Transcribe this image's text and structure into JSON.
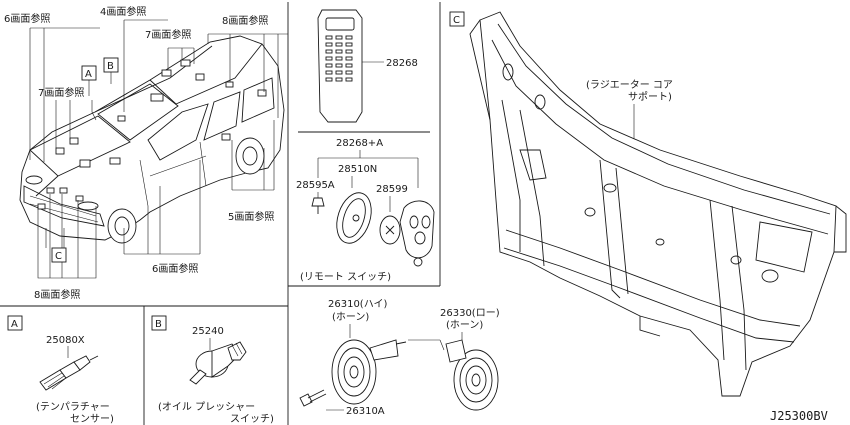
{
  "callouts": {
    "top_left_6": "6画面参照",
    "top_4": "4画面参照",
    "top_7": "7画面参照",
    "top_8": "8画面参照",
    "left_7": "7画面参照",
    "right_5": "5画面参照",
    "bottom_6": "6画面参照",
    "bottom_8": "8画面参照"
  },
  "letters": {
    "a": "A",
    "b": "B",
    "c": "C"
  },
  "panel_a": {
    "part": "25080X",
    "name_line1": "(テンパラチャー",
    "name_line2": "センサー)"
  },
  "panel_b": {
    "part": "25240",
    "name_line1": "(オイル プレッシャー",
    "name_line2": "スイッチ)"
  },
  "remote": {
    "part_transmitter": "28268",
    "part_set": "28268+A",
    "part_case": "28510N",
    "part_screw": "28595A",
    "part_battery": "28599",
    "caption": "(リモート スイッチ)"
  },
  "horn": {
    "hi_part": "26310(ハイ)",
    "hi_name": "(ホーン)",
    "lo_part": "26330(ロー)",
    "lo_name": "(ホーン)",
    "bolt_part": "26310A"
  },
  "radiator": {
    "line1": "(ラジエーター コア",
    "line2": "サポート)"
  },
  "diagram_code": "J25300BV"
}
